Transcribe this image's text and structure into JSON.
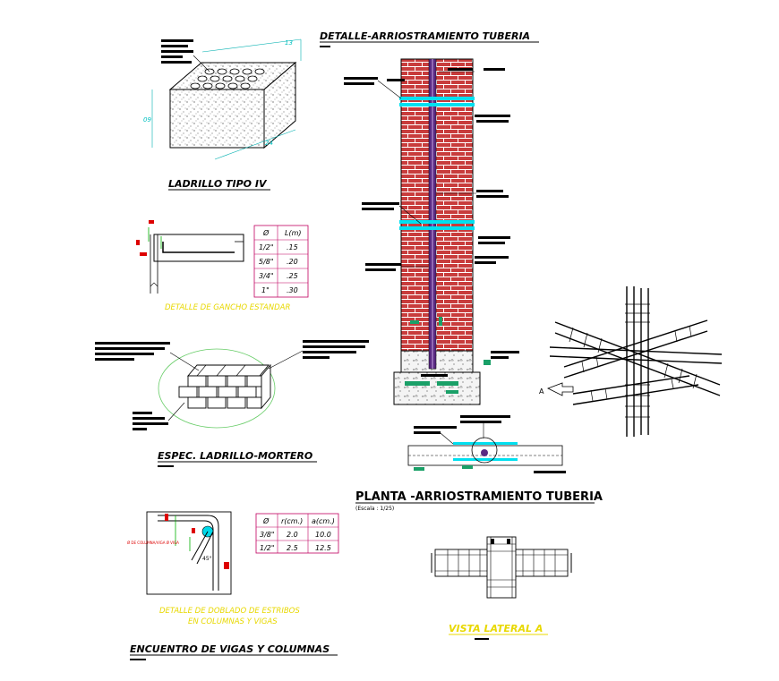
{
  "titles": {
    "detalle_arriostramiento": "DETALLE-ARRIOSTRAMIENTO TUBERIA",
    "ladrillo": "LADRILLO TIPO IV",
    "gancho": "DETALLE  DE  GANCHO  ESTANDAR",
    "espec": "ESPEC. LADRILLO-MORTERO",
    "planta": "PLANTA -ARRIOSTRAMIENTO TUBERIA",
    "escala": "(Escala :  1/25)",
    "doblado_1": "DETALLE  DE  DOBLADO  DE  ESTRIBOS",
    "doblado_2": "EN  COLUMNAS  Y  VIGAS",
    "encuentro": "ENCUENTRO DE VIGAS Y COLUMNAS",
    "vista": "VISTA LATERAL A",
    "vista_marker": "A"
  },
  "brick_dims": {
    "length": "24",
    "width": "13",
    "height": "09"
  },
  "hook_table": {
    "headers": [
      "Ø",
      "L(m)"
    ],
    "rows": [
      [
        "1/2\"",
        ".15"
      ],
      [
        "5/8\"",
        ".20"
      ],
      [
        "3/4\"",
        ".25"
      ],
      [
        "1\"",
        ".30"
      ]
    ]
  },
  "stirrup_table": {
    "headers": [
      "Ø",
      "r(cm.)",
      "a(cm.)"
    ],
    "rows": [
      [
        "3/8\"",
        "2.0",
        "10.0"
      ],
      [
        "1/2\"",
        "2.5",
        "12.5"
      ]
    ]
  },
  "stirrup_annotations": {
    "angle": "45°",
    "side_label": "Ø DE COLUMNA/VIGA Ø VIGA"
  },
  "colors": {
    "wall_red": "#c83c3c",
    "mortar": "#ffffff",
    "pipe": "#5a2a82",
    "cyan": "#00e0f0",
    "green": "#1aa068",
    "yellow": "#e8d800",
    "magenta_bar": "#7a3a7a",
    "table_border": "#c00060"
  }
}
